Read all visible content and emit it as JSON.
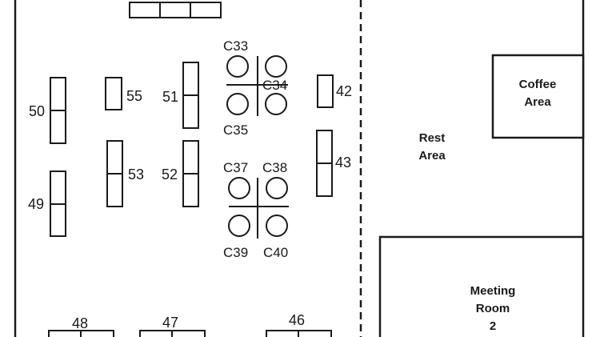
{
  "desks": {
    "d50": "50",
    "d55": "55",
    "d51": "51",
    "d42": "42",
    "d49": "49",
    "d53": "53",
    "d52": "52",
    "d43": "43",
    "d48": "48",
    "d47": "47",
    "d46": "46"
  },
  "chairs": {
    "c33": "C33",
    "c34": "C34",
    "c35": "C35",
    "c37": "C37",
    "c38": "C38",
    "c39": "C39",
    "c40": "C40"
  },
  "areas": {
    "coffee_line1": "Coffee",
    "coffee_line2": "Area",
    "rest_line1": "Rest",
    "rest_line2": "Area",
    "meeting_line1": "Meeting",
    "meeting_line2": "Room",
    "meeting_line3": "2"
  }
}
